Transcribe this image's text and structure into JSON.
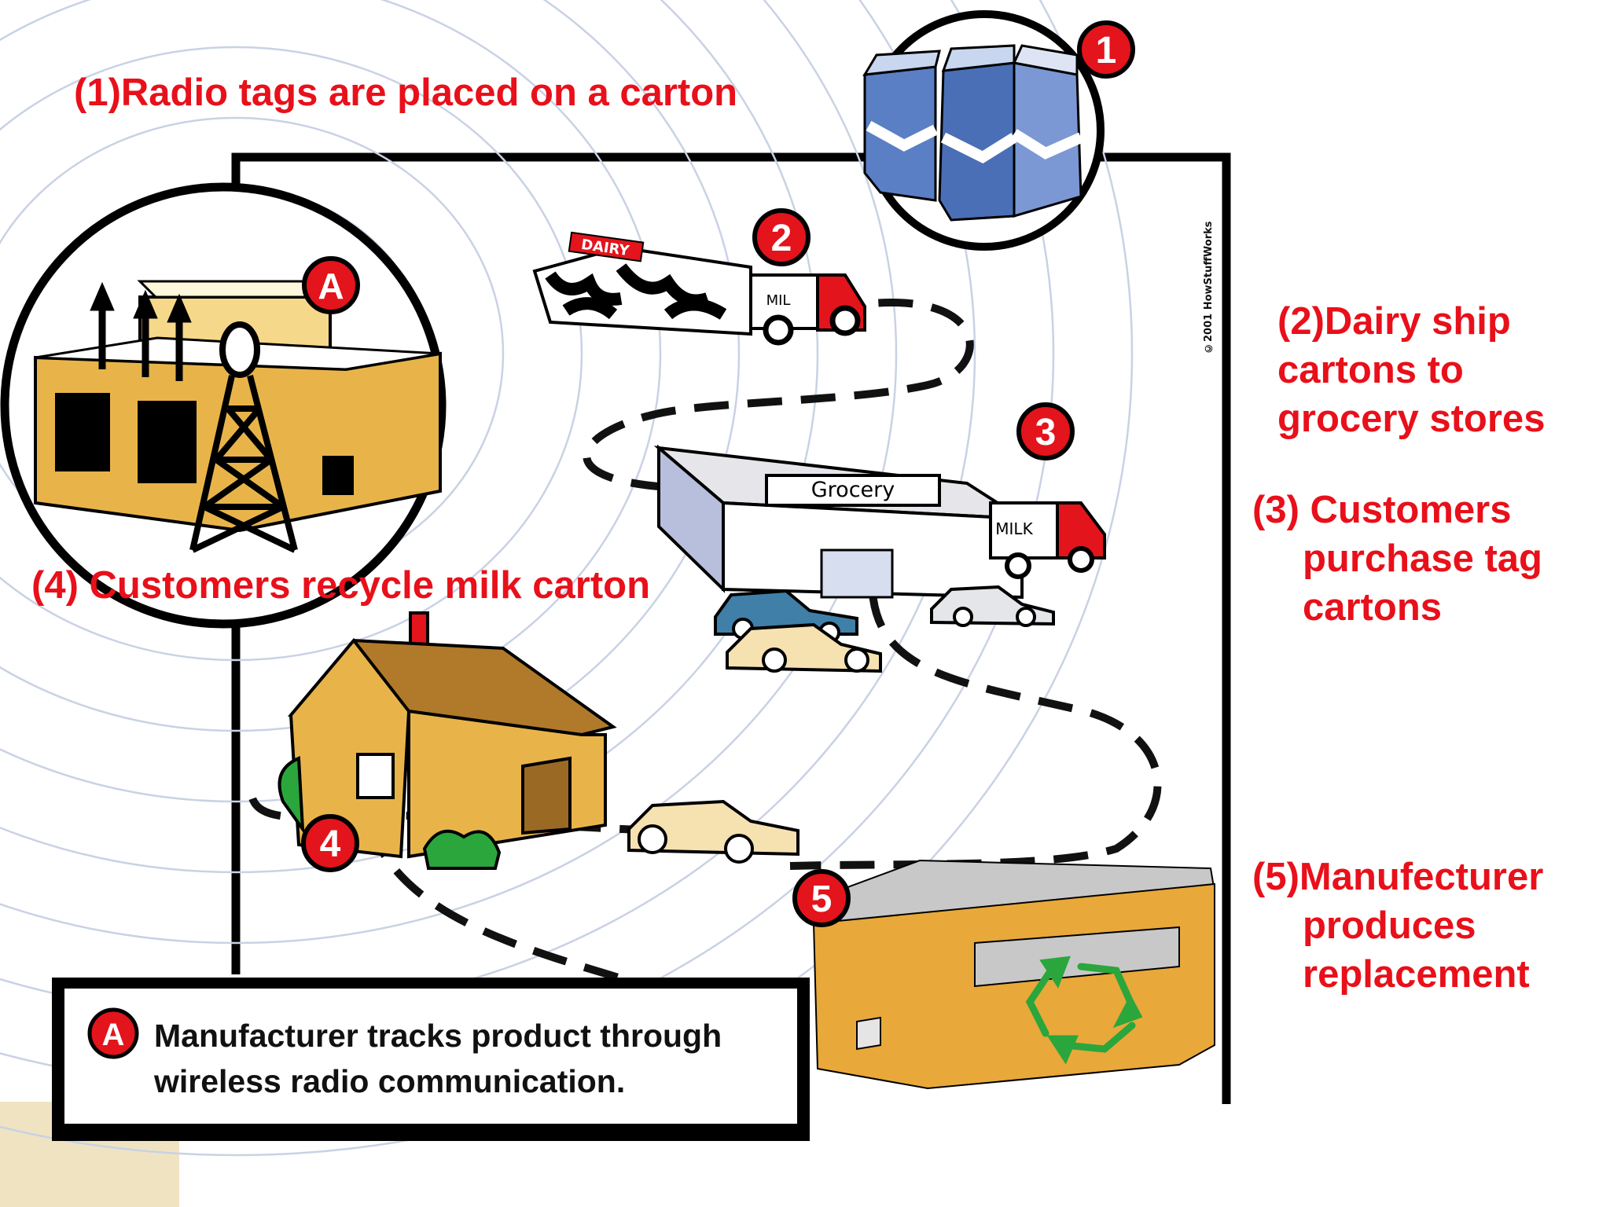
{
  "captions": {
    "step1": "(1)Radio tags are  placed on a carton",
    "step2": [
      "(2)Dairy ship",
      "cartons to",
      "grocery stores"
    ],
    "step3": [
      "(3) Customers",
      "purchase tag",
      "cartons"
    ],
    "step4": "(4) Customers recycle milk carton",
    "step5": [
      "(5)Manufecturer",
      "produces",
      "replacement"
    ]
  },
  "markers": {
    "m1": "1",
    "m2": "2",
    "m3": "3",
    "m4": "4",
    "m5": "5",
    "mA": "A"
  },
  "signs": {
    "dairy": "DAIRY",
    "truck1_milk": "MIL",
    "grocery": "Grocery",
    "truck2_milk": "MILK"
  },
  "legend": {
    "marker": "A",
    "line1": "Manufacturer tracks product through",
    "line2": "wireless radio communication."
  },
  "credit": "©2001 HowStuffWorks",
  "colors": {
    "caption_red": "#e8101a",
    "marker_red": "#e3141b",
    "carton_blue": "#5a7fc4",
    "building_tan": "#e8b44a",
    "house_brown": "#b07a2a",
    "recycle_green": "#2aa63c"
  }
}
